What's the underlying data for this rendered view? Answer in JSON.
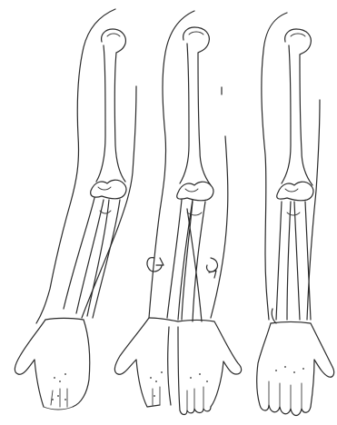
{
  "figure": {
    "background": "#ffffff",
    "ink": "#2a2a2a",
    "panels": [
      {
        "id": "left",
        "view": "forearm-supination",
        "icon": "none"
      },
      {
        "id": "middle",
        "view": "forearm-pronation",
        "icon": "rotation-arrows-icon"
      },
      {
        "id": "right",
        "view": "forearm-posterior",
        "icon": "none"
      }
    ]
  }
}
